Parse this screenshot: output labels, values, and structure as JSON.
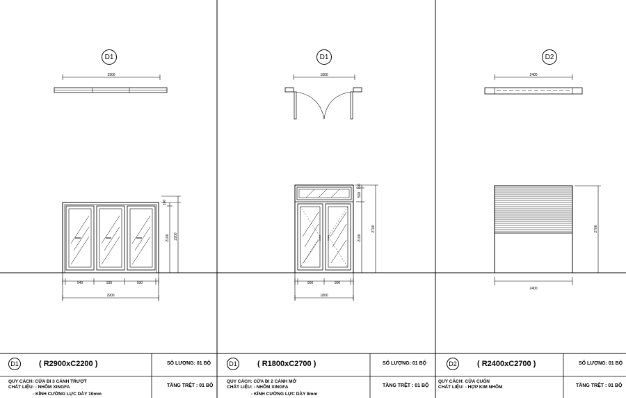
{
  "panels": [
    {
      "tag": "D1",
      "plan_width": "2900",
      "elev_dims_bottom": [
        "940",
        "930",
        "930"
      ],
      "elev_total": "2900",
      "elev_right_dims": [
        "100",
        "2100",
        "2200"
      ],
      "title": {
        "code": "D1",
        "size": "( R2900xC2200 )",
        "qty": "SỐ LƯỢNG: 01 BỘ",
        "floor": "TẦNG TRỆT : 01 BỘ",
        "spec_lines": [
          "QUY CÁCH: CỬA ĐI 3 CÁNH TRƯỢT",
          "CHẤT LIỆU: - NHÔM XINGFA",
          "- KÍNH CƯỜNG LỰC DÀY 10mm"
        ]
      }
    },
    {
      "tag": "D1",
      "plan_width": "1800",
      "elev_dims_bottom": [
        "900",
        "900"
      ],
      "elev_total": "1800",
      "elev_right_dims": [
        "100",
        "500",
        "2100",
        "2700"
      ],
      "title": {
        "code": "D1",
        "size": "( R1800xC2700 )",
        "qty": "SỐ LƯỢNG: 01 BỘ",
        "floor": "TẦNG TRỆT : 01 BỘ",
        "spec_lines": [
          "QUY CÁCH: CỬA ĐI 2 CÁNH MỞ",
          "CHẤT LIỆU: - NHÔM XINGFA",
          "- KÍNH CƯỜNG LỰC DÀY 8mm"
        ]
      }
    },
    {
      "tag": "D2",
      "plan_width": "2400",
      "elev_total": "2400",
      "elev_right_dims": [
        "2700"
      ],
      "title": {
        "code": "D2",
        "size": "( R2400xC2700 )",
        "qty": "SỐ LƯỢNG: 01 BỘ",
        "floor": "TẦNG TRỆT : 01 BỘ",
        "spec_lines": [
          "QUY CÁCH: CỬA CUỐN",
          "CHẤT LIỆU: - HỢP KIM NHÔM"
        ]
      }
    }
  ]
}
